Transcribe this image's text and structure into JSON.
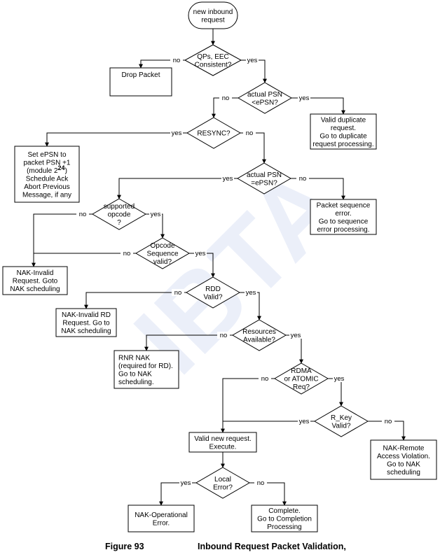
{
  "watermark": "IBTA",
  "caption": {
    "figure": "Figure 93",
    "title": "Inbound Request Packet Validation,"
  },
  "nodes": {
    "start": [
      "new inbound",
      "request"
    ],
    "qps_eec": [
      "QPs, EEC",
      "Consistent?"
    ],
    "drop_packet": [
      "Drop Packet"
    ],
    "psn_less": [
      "actual PSN",
      "<ePSN?"
    ],
    "valid_duplicate": [
      "Valid duplicate",
      "request.",
      "Go to duplicate",
      "request processing."
    ],
    "resync": [
      "RESYNC?"
    ],
    "set_epsn": [
      "Set ePSN to",
      "packet PSN +1",
      "(module 2",
      "Schedule Ack",
      "Abort Previous",
      "Message, if any"
    ],
    "set_epsn_exp": "24",
    "set_epsn_close": ")",
    "psn_equal": [
      "actual PSN",
      "=ePSN?"
    ],
    "packet_seq_error": [
      "Packet sequence",
      "error.",
      "Go to sequence",
      "error processing."
    ],
    "supported_opcode": [
      "supported",
      "opcode",
      "?"
    ],
    "opcode_seq": [
      "Opcode",
      "Sequence",
      "valid?"
    ],
    "nak_invalid": [
      "NAK-Invalid",
      "Request. Goto",
      "NAK scheduling"
    ],
    "rdd_valid": [
      "RDD",
      "Valid?"
    ],
    "nak_invalid_rd": [
      "NAK-Invalid RD",
      "Request. Go to",
      "NAK scheduling"
    ],
    "resources": [
      "Resources",
      "Available?"
    ],
    "rnr_nak": [
      "RNR NAK",
      "(required for RD).",
      "Go to NAK",
      "scheduling."
    ],
    "rdma_atomic": [
      "RDMA",
      "or ATOMIC",
      "Req?"
    ],
    "rkey_valid": [
      "R_Key",
      "Valid?"
    ],
    "valid_new": [
      "Valid new request.",
      "Execute."
    ],
    "nak_remote": [
      "NAK-Remote",
      "Access Violation.",
      "Go to NAK",
      "scheduling"
    ],
    "local_error": [
      "Local",
      "Error?"
    ],
    "nak_operational": [
      "NAK-Operational",
      "Error."
    ],
    "complete": [
      "Complete.",
      "Go to Completion",
      "Processing"
    ]
  },
  "edge_labels": {
    "yes": "yes",
    "no": "no"
  }
}
